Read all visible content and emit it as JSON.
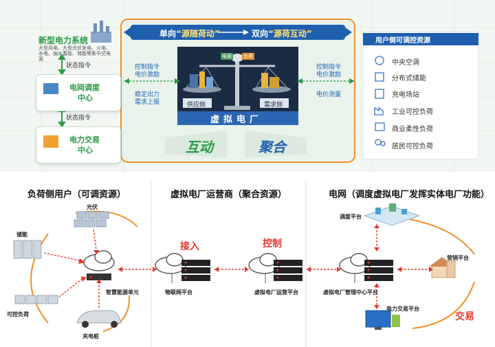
{
  "top": {
    "left_title": "新型电力系统",
    "left_sub": "大型风电、大型光伏发电、火电、水电、抽水蓄能、储能等集中式电源",
    "status_cmd_1": "状态指令",
    "grid_dispatch_1": "电网调度",
    "grid_dispatch_2": "中心",
    "status_cmd_2": "状态指令",
    "trade_1": "电力交易",
    "trade_2": "中心",
    "banner_pre": "单向",
    "banner_q1": "“源随荷动”",
    "banner_mid": "双向",
    "banner_q2": "“源荷互动”",
    "left_ctrl_1": "控制指令",
    "left_ctrl_2": "电价激励",
    "left_stable_1": "稳定出力",
    "left_stable_2": "需求上报",
    "right_ctrl_1": "控制指令",
    "right_ctrl_2": "电价激励",
    "right_measure": "电价测量",
    "supply_side": "供应侧",
    "demand_side": "需求侧",
    "scale_left_tag": "电源",
    "scale_right_tag": "负荷",
    "vpp": "虚拟电厂",
    "interact": "互动",
    "aggregate": "聚合",
    "resources_title": "用户侧可调控资源",
    "resources": [
      "中央空调",
      "分布式储能",
      "充电场站",
      "工业可控负荷",
      "商业柔性负荷",
      "居民可控负荷"
    ]
  },
  "bottom": {
    "sec1": "负荷侧用户（可调资源）",
    "sec2": "虚拟电厂运营商（聚合资源）",
    "sec3": "电网（调度虚拟电厂发挥实体电厂功能）",
    "pv": "光伏",
    "storage": "储能",
    "ctrl_load": "可控负荷",
    "charger": "充电桩",
    "smart_unit": "智慧能源单元",
    "iot": "物联网平台",
    "vpp_op": "虚拟电厂运营平台",
    "vpp_mgmt": "虚拟电厂管理中心平台",
    "dispatch_platform": "调度平台",
    "market_platform": "营销平台",
    "trade_platform": "电力交易平台",
    "access": "接入",
    "control": "控制",
    "trade": "交易"
  }
}
